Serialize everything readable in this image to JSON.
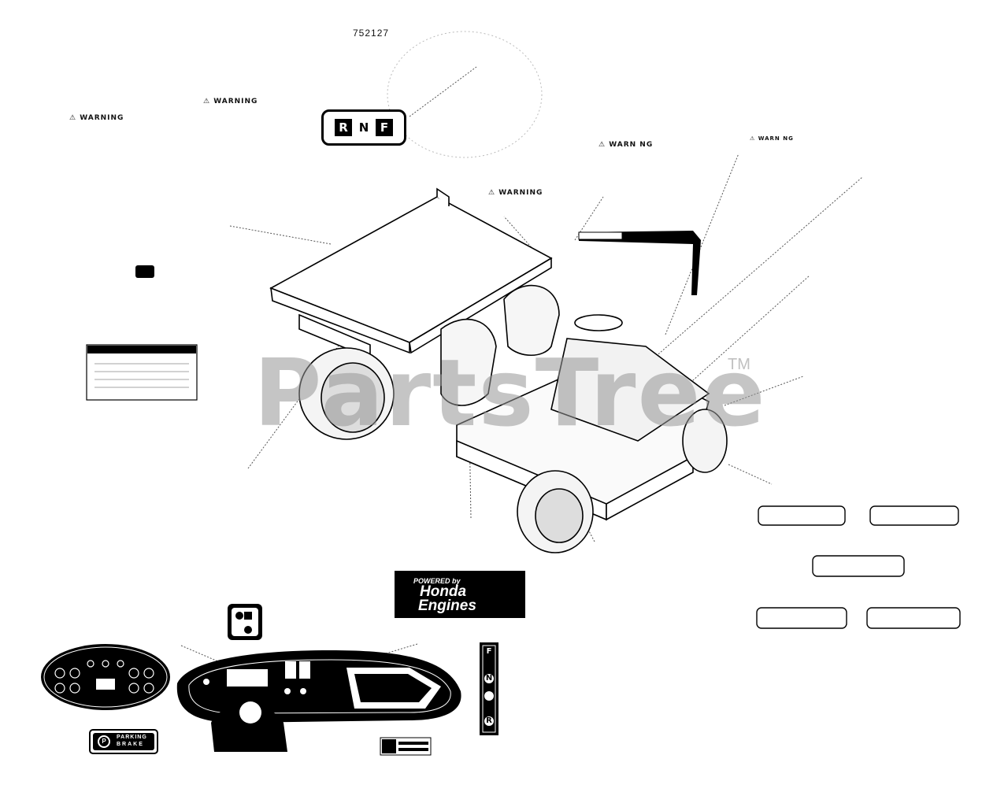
{
  "decals": {
    "warning_label": "WARNING",
    "warning_label_spaced": "WARN NG",
    "warning_label_short": "WARN NG",
    "part_number_top": "752127",
    "gear_decal": [
      "R",
      "N",
      "F"
    ],
    "shifter_gears": [
      "F",
      "N",
      "R"
    ],
    "honda_line1": "POWERED by",
    "honda_line2": "Honda",
    "honda_line3": "Engines",
    "parking_brake_line1": "PARKING",
    "parking_brake_line2": "BRAKE"
  },
  "watermark": {
    "text": "PartsTree",
    "tm": "TM"
  },
  "colors": {
    "ink": "#000000",
    "paper": "#ffffff",
    "watermark": "#969696"
  }
}
